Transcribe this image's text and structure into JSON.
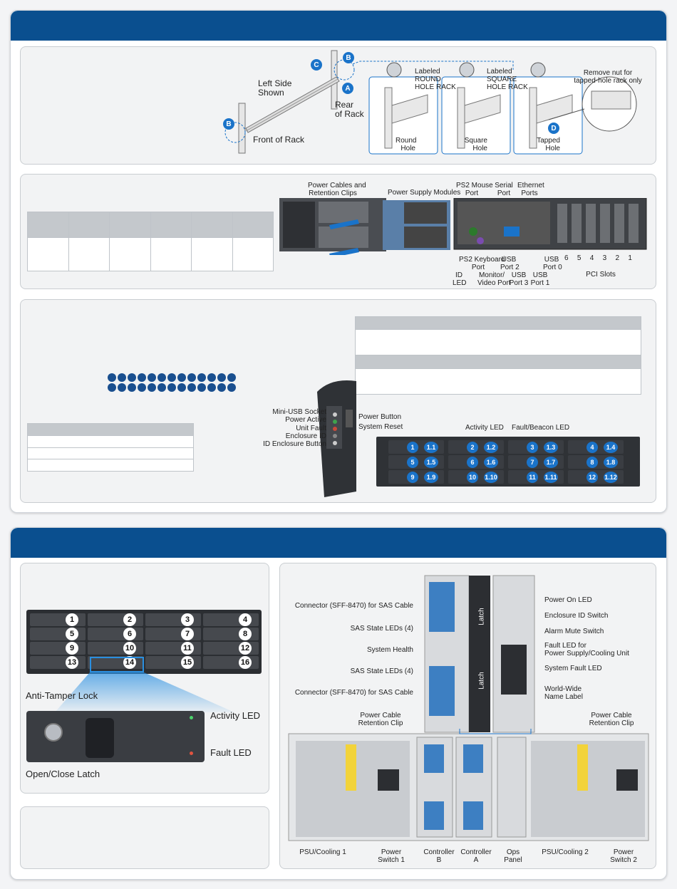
{
  "rail": {
    "left_side_shown": "Left Side\nShown",
    "rear_of_rack": "Rear\nof Rack",
    "front_of_rack": "Front of Rack",
    "callouts": {
      "a": "A",
      "b": "B",
      "c": "C",
      "d": "D"
    },
    "round": {
      "label": "Labeled\nROUND\nHOLE RACK",
      "hole": "Round\nHole"
    },
    "square": {
      "label": "Labeled\nSQUARE\nHOLE RACK",
      "hole": "Square\nHole"
    },
    "tapped": {
      "label": "Remove nut for\ntapped-hole rack only",
      "hole": "Tapped\nHole"
    }
  },
  "server_rear": {
    "power_cables": "Power Cables and\nRetention Clips",
    "power_supply_modules": "Power Supply Modules",
    "ps2_mouse": "PS2 Mouse\nPort",
    "serial": "Serial\nPort",
    "ethernet": "Ethernet\nPorts",
    "ps2_keyboard": "PS2 Keyboard\nPort",
    "usb2": "USB\nPort 2",
    "usb0": "USB\nPort 0",
    "id_led": "ID\nLED",
    "monitor": "Monitor/\nVideo Port",
    "usb3": "USB\nPort 3",
    "usb1": "USB\nPort 1",
    "pci_slots": "PCI Slots",
    "pci_numbers": [
      "6",
      "5",
      "4",
      "3",
      "2",
      "1"
    ]
  },
  "front_panel": {
    "mini_usb": "Mini-USB Socket",
    "power_active": "Power Active",
    "unit_fault": "Unit Fault",
    "enclosure_id": "Enclosure ID",
    "id_button": "ID Enclosure Button",
    "power_button": "Power Button",
    "system_reset": "System Reset",
    "activity_led": "Activity LED",
    "fault_led": "Fault/Beacon LED",
    "drives": [
      [
        "1",
        "1.1"
      ],
      [
        "2",
        "1.2"
      ],
      [
        "3",
        "1.3"
      ],
      [
        "4",
        "1.4"
      ],
      [
        "5",
        "1.5"
      ],
      [
        "6",
        "1.6"
      ],
      [
        "7",
        "1.7"
      ],
      [
        "8",
        "1.8"
      ],
      [
        "9",
        "1.9"
      ],
      [
        "10",
        "1.10"
      ],
      [
        "11",
        "1.11"
      ],
      [
        "12",
        "1.12"
      ]
    ]
  },
  "enclosure_front": {
    "drive_numbers": [
      "1",
      "2",
      "3",
      "4",
      "5",
      "6",
      "7",
      "8",
      "9",
      "10",
      "11",
      "12",
      "13",
      "14",
      "15",
      "16"
    ],
    "anti_tamper": "Anti-Tamper Lock",
    "activity_led": "Activity LED",
    "fault_led": "Fault LED",
    "latch": "Open/Close Latch"
  },
  "enclosure_rear": {
    "connector_top": "Connector (SFF-8470) for SAS Cable",
    "sas_leds_top": "SAS State LEDs (4)",
    "system_health": "System Health",
    "sas_leds_bottom": "SAS State LEDs (4)",
    "connector_bottom": "Connector (SFF-8470) for SAS Cable",
    "power_on_led": "Power On LED",
    "enclosure_id_switch": "Enclosure ID Switch",
    "alarm_mute": "Alarm Mute Switch",
    "fault_led_psu": "Fault LED for\nPower Supply/Cooling Unit",
    "system_fault": "System Fault LED",
    "ww_name": "World-Wide\nName Label",
    "retention_left": "Power Cable\nRetention Clip",
    "retention_right": "Power Cable\nRetention Clip",
    "latch": "Latch",
    "psu1": "PSU/Cooling 1",
    "switch1": "Power\nSwitch 1",
    "ctrl_b": "Controller\nB",
    "ctrl_a": "Controller\nA",
    "ops": "Ops\nPanel",
    "psu2": "PSU/Cooling 2",
    "switch2": "Power\nSwitch 2"
  }
}
